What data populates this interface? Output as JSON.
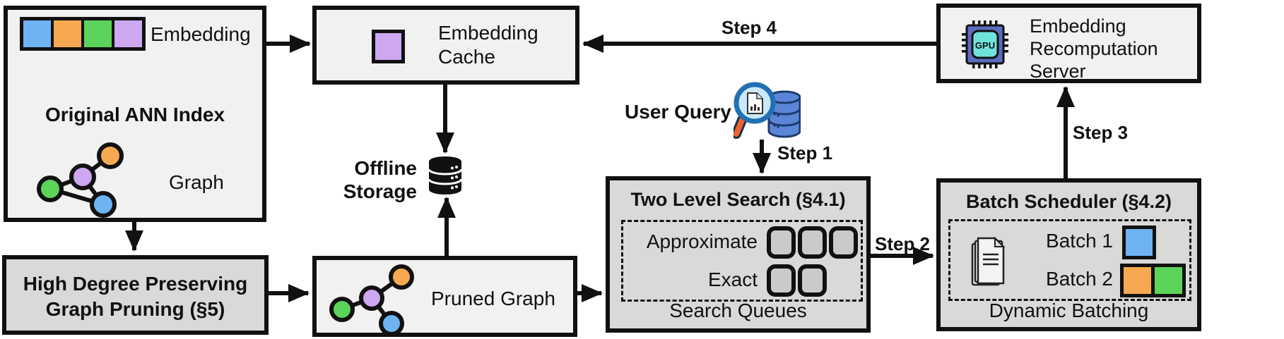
{
  "figure_title": "ANN index serving system architecture",
  "colors": {
    "blue": "#6eb3f2",
    "orange": "#f6a950",
    "green": "#5cd45a",
    "purple": "#cda7f0",
    "box_light": "#f1f1f0",
    "box_dark": "#d9d9d8",
    "slot_gray": "#cacac9",
    "line_black": "#111111",
    "chip_body": "#5b6cc0",
    "chip_core": "#6fe3da",
    "db_blue": "#5b86d7",
    "db_blue_dark": "#1e3a70",
    "lens_blue": "#c9e9fb",
    "rim_blue": "#2270b4",
    "handle_orange": "#f2622e"
  },
  "boxes": {
    "original_ann_index": {
      "title": "Original ANN Index",
      "embedding_label": "Embedding",
      "graph_label": "Graph"
    },
    "embedding_cache": {
      "label": "Embedding Cache"
    },
    "recomputation_server": {
      "label": "Embedding Recomputation Server",
      "chip_text": "GPU"
    },
    "high_degree_pruning": {
      "label": "High Degree Preserving Graph Pruning (§5)"
    },
    "pruned_graph": {
      "label": "Pruned Graph"
    },
    "two_level_search": {
      "title": "Two Level Search (§4.1)",
      "row1_label": "Approximate",
      "row2_label": "Exact",
      "footer": "Search Queues"
    },
    "batch_scheduler": {
      "title": "Batch Scheduler (§4.2)",
      "row1_label": "Batch 1",
      "row2_label": "Batch 2",
      "footer": "Dynamic Batching"
    }
  },
  "floating": {
    "offline_storage_label": "Offline Storage",
    "user_query_label": "User Query"
  },
  "steps": {
    "step1": "Step 1",
    "step2": "Step 2",
    "step3": "Step 3",
    "step4": "Step 4"
  }
}
